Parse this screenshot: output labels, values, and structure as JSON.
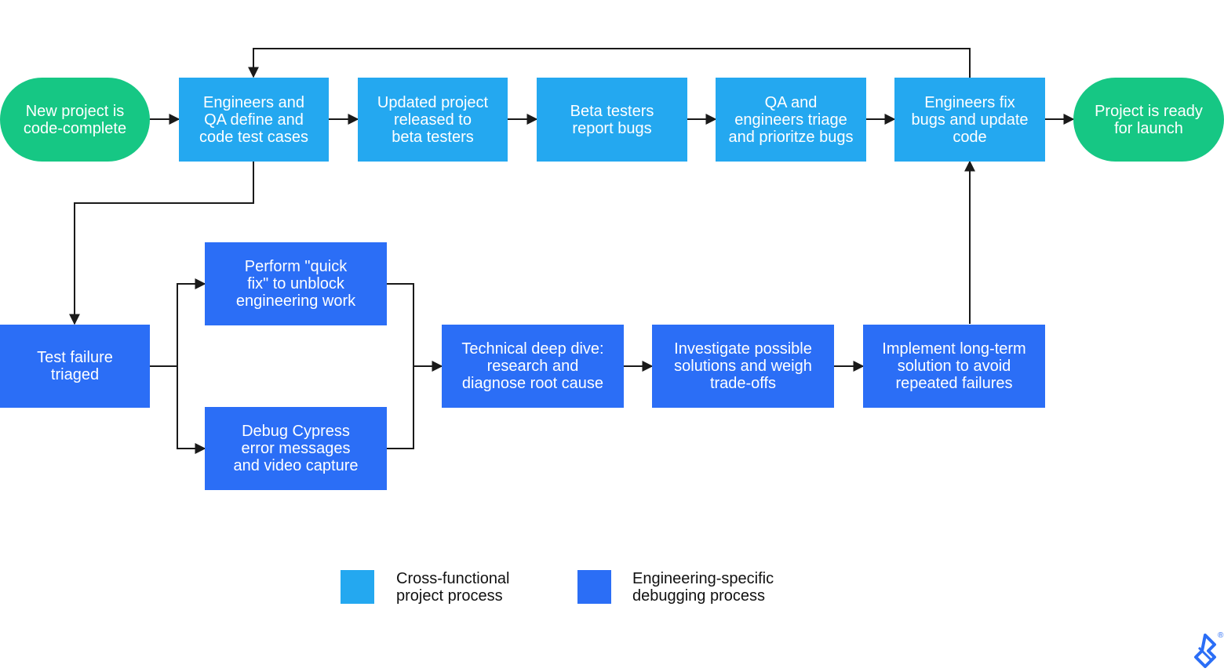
{
  "colors": {
    "terminal": "#16c784",
    "cross_functional": "#24a8f0",
    "engineering": "#2b6ef6",
    "connector": "#1a1a1a"
  },
  "nodes": {
    "start": "New project is\ncode-complete",
    "define_tests": "Engineers and\nQA define and\ncode test cases",
    "release_beta": "Updated project\nreleased to\nbeta testers",
    "beta_report": "Beta testers\nreport bugs",
    "triage_bugs": "QA and\nengineers triage\nand prioritze bugs",
    "fix_bugs": "Engineers fix\nbugs and update\ncode",
    "end": "Project is ready\nfor launch",
    "test_failure": "Test failure\ntriaged",
    "quick_fix": "Perform \"quick\nfix\" to unblock\nengineering work",
    "debug_cypress": "Debug Cypress\nerror messages\nand video capture",
    "deep_dive": "Technical deep dive:\nresearch and\ndiagnose root cause",
    "investigate": "Investigate possible\nsolutions and weigh\ntrade-offs",
    "implement": "Implement long-term\nsolution to avoid\nrepeated failures"
  },
  "legend": {
    "cross_functional": "Cross-functional\nproject process",
    "engineering": "Engineering-specific\ndebugging process"
  },
  "logo_icon": "toptal-logo-icon",
  "logo_mark": "®"
}
